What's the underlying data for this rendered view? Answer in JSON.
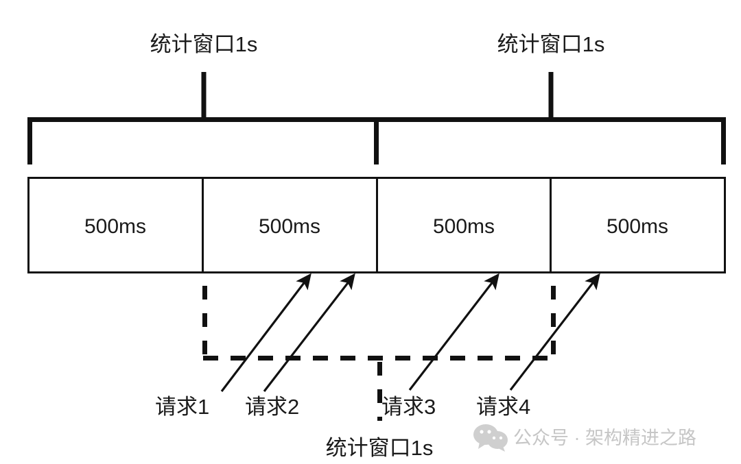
{
  "diagram": {
    "title_labels": {
      "window_top_left": "统计窗口1s",
      "window_top_right": "统计窗口1s",
      "window_bottom": "统计窗口1s"
    },
    "slots": [
      {
        "label": "500ms"
      },
      {
        "label": "500ms"
      },
      {
        "label": "500ms"
      },
      {
        "label": "500ms"
      }
    ],
    "requests": [
      {
        "label": "请求1"
      },
      {
        "label": "请求2"
      },
      {
        "label": "请求3"
      },
      {
        "label": "请求4"
      }
    ],
    "colors": {
      "stroke": "#111111",
      "background": "#ffffff",
      "text": "#1a1a1a",
      "watermark": "#c6c6c6"
    }
  },
  "watermark": {
    "icon": "wechat-icon",
    "text": "公众号 · 架构精进之路"
  }
}
